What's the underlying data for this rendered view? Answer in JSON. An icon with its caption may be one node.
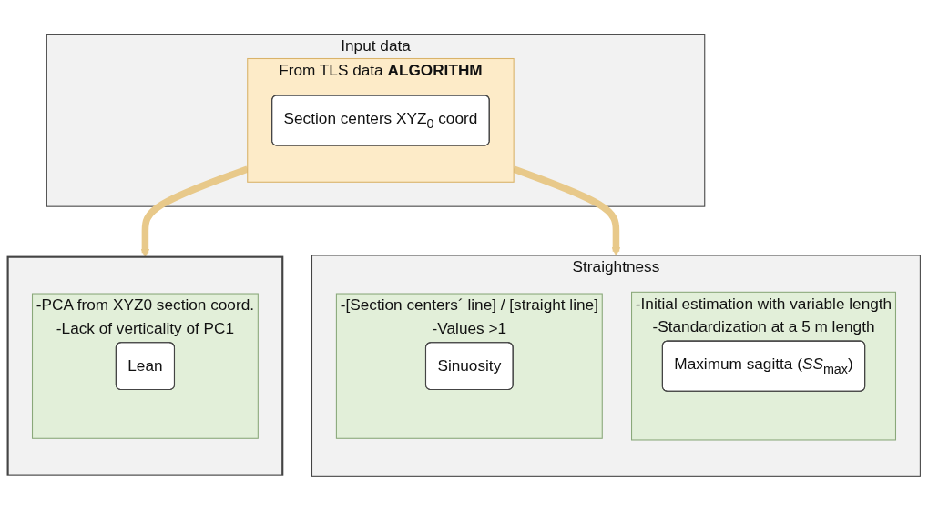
{
  "diagram": {
    "nodes": [
      {
        "text": [
          "Input data"
        ]
      },
      {
        "text": [
          "From TLS data **ALGORITHM**"
        ],
        "in": 0
      },
      {
        "text": [
          "Section centers XYZ$_{0}$ coord"
        ],
        "in": 1
      },
      {
        "text": [],
        "shape": "box"
      },
      {
        "text": [
          "-PCA from XYZ0 section coord.",
          "-Lack of verticality of PC1"
        ],
        "in": 3
      },
      {
        "text": [
          "Lean"
        ],
        "in": 4
      },
      {
        "text": [
          "Straightness"
        ]
      },
      {
        "text": [
          "-Initial estimation with variable length",
          "-Standardization at a 5 m length"
        ],
        "in": 6
      },
      {
        "text": [
          "Maximum sagitta (*SS*$_{max}$)"
        ],
        "in": 7
      },
      {
        "text": [
          "-[Section centers´ line] / [straight line]",
          "-Values >1"
        ],
        "in": 6
      },
      {
        "text": [
          "Sinuosity"
        ],
        "in": 9
      }
    ],
    "edges": [
      {
        "from": 1,
        "to": 3,
        "arrow": "to"
      },
      {
        "from": 1,
        "to": 6,
        "arrow": "to"
      }
    ]
  }
}
